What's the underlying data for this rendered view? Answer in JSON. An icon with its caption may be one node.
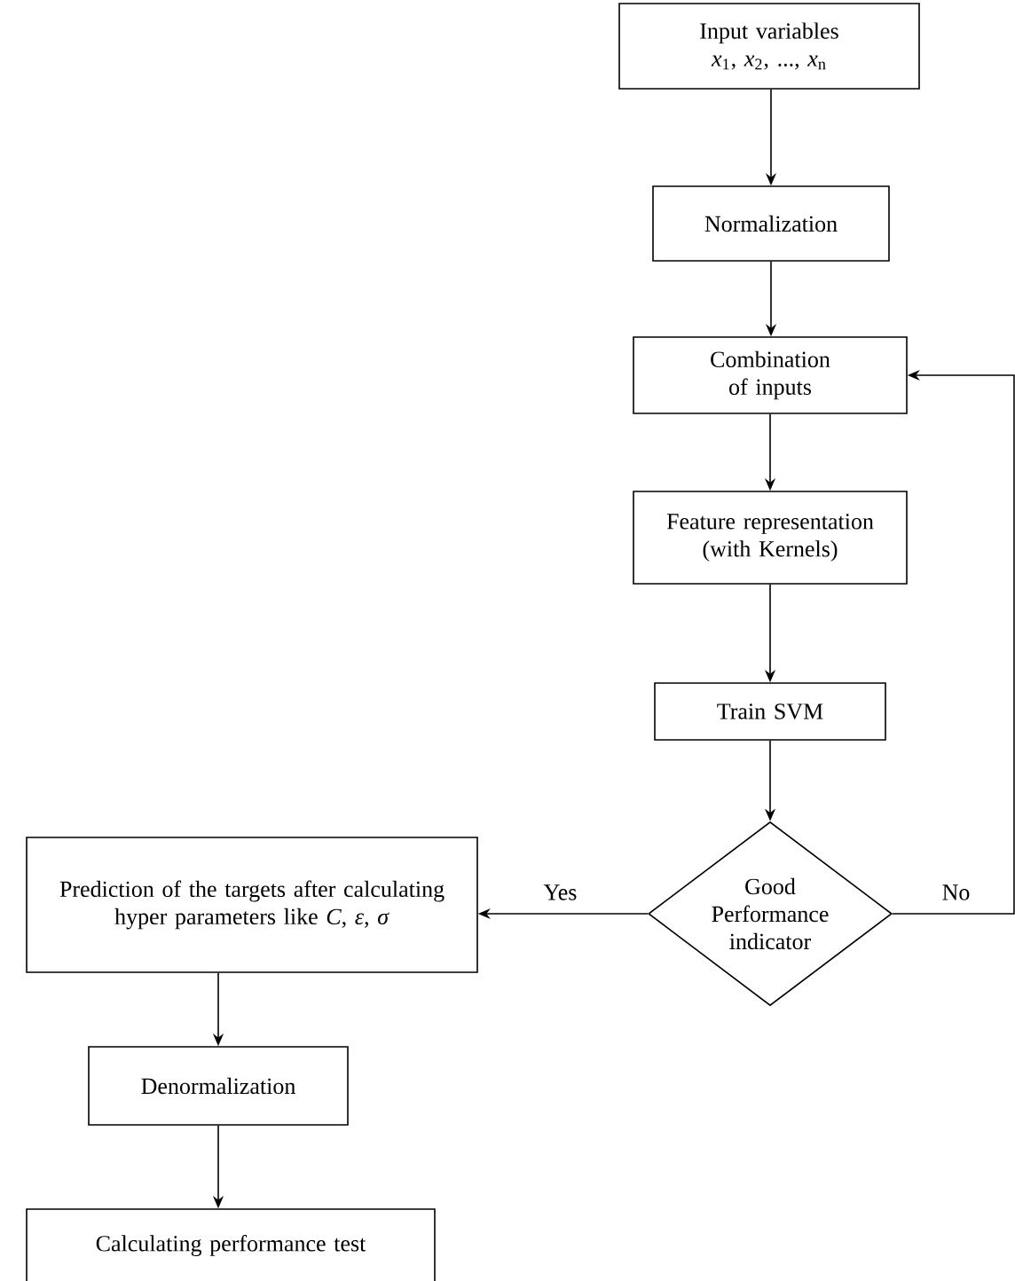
{
  "diagram": {
    "nodes": [
      {
        "text": [
          "Input variables",
          "*x*$_{1}$, *x*$_{2}$, ..., *x*$_{n}$"
        ]
      },
      {
        "text": [
          "Normalization"
        ]
      },
      {
        "text": [
          "Combination of inputs"
        ]
      },
      {
        "text": [
          "Feature representation (with Kernels)"
        ]
      },
      {
        "text": [
          "Train SVM"
        ]
      },
      {
        "text": [
          "Good Performance indicator"
        ]
      },
      {
        "text": [
          "Prediction of the targets after calculating hyper parameters like *C*, *ε*, *σ*"
        ]
      },
      {
        "text": [
          "Denormalization"
        ]
      },
      {
        "text": [
          "Calculating performance test"
        ]
      }
    ],
    "edges": [
      {
        "from": 0,
        "to": 1,
        "arrow": "to"
      },
      {
        "from": 1,
        "to": 2,
        "arrow": "to"
      },
      {
        "from": 2,
        "to": 3,
        "arrow": "to"
      },
      {
        "from": 3,
        "to": 4,
        "arrow": "to"
      },
      {
        "from": 4,
        "to": 5,
        "arrow": "to"
      },
      {
        "from": 5,
        "to": 6,
        "arrow": "to",
        "label": "Yes"
      },
      {
        "from": 5,
        "to": 2,
        "arrow": "to",
        "label": "No"
      },
      {
        "from": 6,
        "to": 7,
        "arrow": "to"
      },
      {
        "from": 7,
        "to": 8,
        "arrow": "to"
      }
    ]
  }
}
